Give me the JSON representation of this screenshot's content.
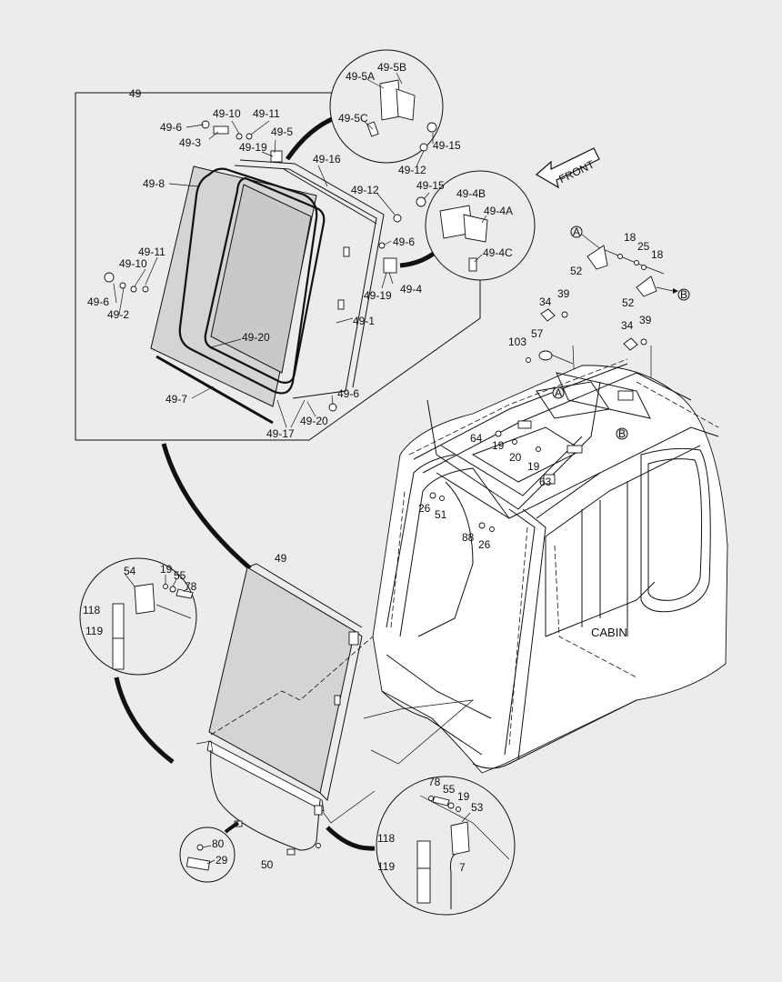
{
  "callouts": {
    "box_49": "49",
    "p49_5A": "49-5A",
    "p49_5B": "49-5B",
    "p49_5C": "49-5C",
    "p49_15a": "49-15",
    "p49_12a": "49-12",
    "p49_6a": "49-6",
    "p49_10a": "49-10",
    "p49_11a": "49-11",
    "p49_5": "49-5",
    "p49_3": "49-3",
    "p49_19a": "49-19",
    "p49_16": "49-16",
    "p49_8": "49-8",
    "p49_12b": "49-12",
    "p49_15b": "49-15",
    "p49_4B": "49-4B",
    "p49_4A": "49-4A",
    "p49_4C": "49-4C",
    "p49_6b": "49-6",
    "p49_11b": "49-11",
    "p49_10b": "49-10",
    "p49_6c": "49-6",
    "p49_2": "49-2",
    "p49_19b": "49-19",
    "p49_4": "49-4",
    "p49_1": "49-1",
    "p49_20a": "49-20",
    "p49_7": "49-7",
    "p49_6d": "49-6",
    "p49_20b": "49-20",
    "p49_17": "49-17",
    "p18a": "18",
    "p25": "25",
    "p18b": "18",
    "p52a": "52",
    "p52b": "52",
    "p34a": "34",
    "p39a": "39",
    "p57": "57",
    "p103": "103",
    "p34b": "34",
    "p39b": "39",
    "p64": "64",
    "p19a": "19",
    "p20": "20",
    "p19b": "19",
    "p63": "63",
    "p26a": "26",
    "p51": "51",
    "p88": "88",
    "p26b": "26",
    "p49": "49",
    "p54": "54",
    "p19c": "19",
    "p55a": "55",
    "p78a": "78",
    "p118a": "118",
    "p119a": "119",
    "p78b": "78",
    "p55b": "55",
    "p19d": "19",
    "p53": "53",
    "p118b": "118",
    "p119b": "119",
    "p7": "7",
    "p80": "80",
    "p29": "29",
    "p50": "50",
    "ref_A1": "A",
    "ref_B1": "B",
    "ref_A2": "A",
    "ref_B2": "B"
  },
  "front_label": "FRONT",
  "cabin_label": "CABIN"
}
